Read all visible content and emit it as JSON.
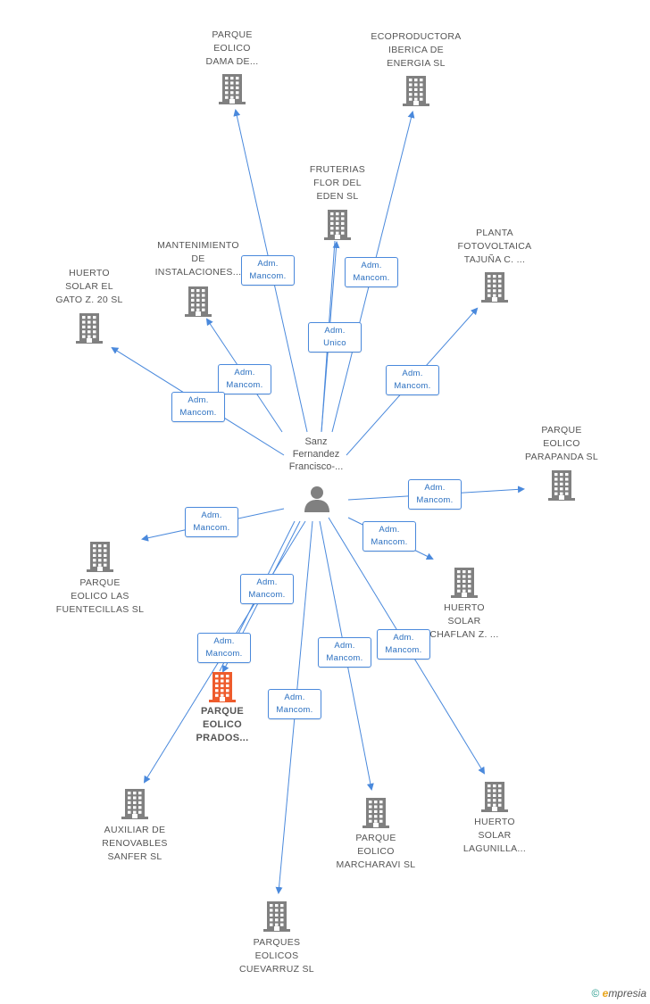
{
  "center": {
    "name": "Sanz\nFernandez\nFrancisco-..."
  },
  "colors": {
    "link": "#4a89dc",
    "building": "#808080",
    "highlight": "#ee5b2c"
  },
  "icons": {
    "company": "building-icon",
    "person": "person-icon"
  },
  "companies": [
    {
      "id": "c1",
      "label": "PARQUE\nEOLICO\nDAMA DE...",
      "highlight": false
    },
    {
      "id": "c2",
      "label": "ECOPRODUCTORA\nIBERICA DE\nENERGIA SL",
      "highlight": false
    },
    {
      "id": "c3",
      "label": "FRUTERIAS\nFLOR DEL\nEDEN SL",
      "highlight": false
    },
    {
      "id": "c4",
      "label": "MANTENIMIENTO\nDE\nINSTALACIONES...",
      "highlight": false
    },
    {
      "id": "c5",
      "label": "PLANTA\nFOTOVOLTAICA\nTAJUÑA C. ...",
      "highlight": false
    },
    {
      "id": "c6",
      "label": "HUERTO\nSOLAR EL\nGATO Z.  20 SL",
      "highlight": false
    },
    {
      "id": "c7",
      "label": "PARQUE\nEOLICO\nPARAPANDA SL",
      "highlight": false
    },
    {
      "id": "c8",
      "label": "PARQUE\nEOLICO LAS\nFUENTECILLAS SL",
      "highlight": false
    },
    {
      "id": "c9",
      "label": "HUERTO\nSOLAR\nCHAFLAN Z. ...",
      "highlight": false
    },
    {
      "id": "c10",
      "label": "PARQUE\nEOLICO\nPRADOS...",
      "highlight": true
    },
    {
      "id": "c11",
      "label": "AUXILIAR DE\nRENOVABLES\nSANFER SL",
      "highlight": false
    },
    {
      "id": "c12",
      "label": "PARQUE\nEOLICO\nMARCHARAVI SL",
      "highlight": false
    },
    {
      "id": "c13",
      "label": "HUERTO\nSOLAR\nLAGUNILLA...",
      "highlight": false
    },
    {
      "id": "c14",
      "label": "PARQUES\nEOLICOS\nCUEVARRUZ SL",
      "highlight": false
    }
  ],
  "relations": [
    {
      "to": "c1",
      "line1": "Adm.",
      "line2": "Mancom."
    },
    {
      "to": "c2",
      "line1": "Adm.",
      "line2": "Mancom."
    },
    {
      "to": "c3",
      "line1": "Adm.",
      "line2": "Unico"
    },
    {
      "to": "c4",
      "line1": "Adm.",
      "line2": "Mancom."
    },
    {
      "to": "c5",
      "line1": "Adm.",
      "line2": "Mancom."
    },
    {
      "to": "c6",
      "line1": "Adm.",
      "line2": "Mancom."
    },
    {
      "to": "c7",
      "line1": "Adm.",
      "line2": "Mancom."
    },
    {
      "to": "c8",
      "line1": "Adm.",
      "line2": "Mancom."
    },
    {
      "to": "c9",
      "line1": "Adm.",
      "line2": "Mancom."
    },
    {
      "to": "c10",
      "line1": "Adm.",
      "line2": "Mancom."
    },
    {
      "to": "c11",
      "line1": "Adm.",
      "line2": "Mancom."
    },
    {
      "to": "c12",
      "line1": "Adm.",
      "line2": "Mancom."
    },
    {
      "to": "c13",
      "line1": "Adm.",
      "line2": "Mancom."
    },
    {
      "to": "c14",
      "line1": "Adm.",
      "line2": "Mancom."
    }
  ],
  "footer": {
    "copyright": "©",
    "brand_initial": "e",
    "brand_rest": "mpresia"
  }
}
